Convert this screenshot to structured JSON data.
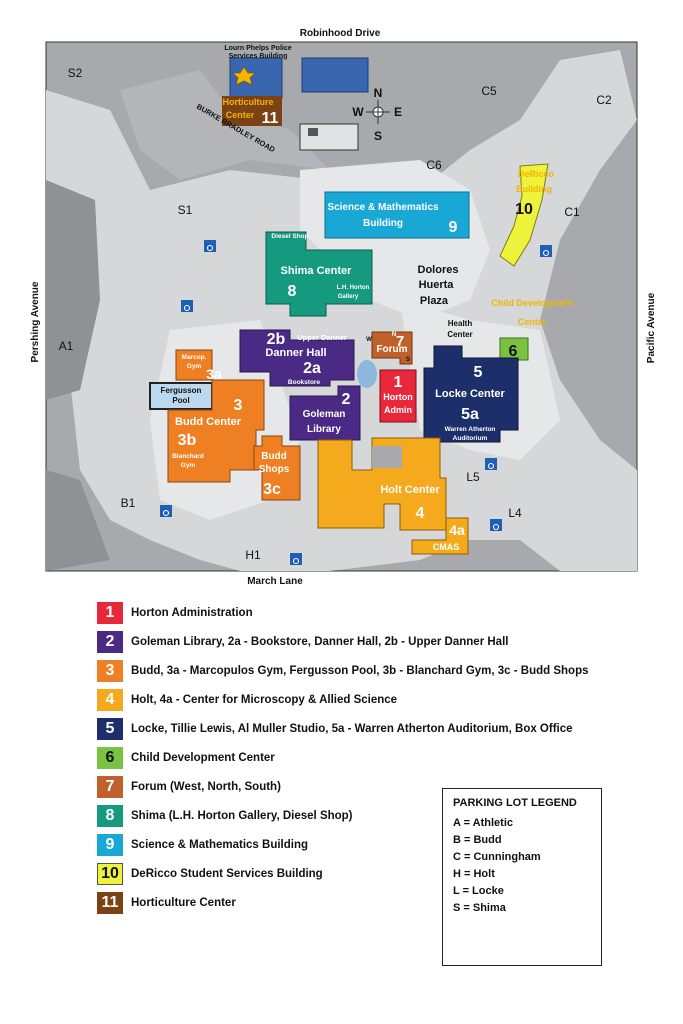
{
  "streets": {
    "north": "Robinhood Drive",
    "south": "March Lane",
    "west": "Pershing Avenue",
    "east": "Pacific Avenue",
    "inner_road": "BURKE BRADLEY ROAD"
  },
  "compass": {
    "n": "N",
    "s": "S",
    "e": "E",
    "w": "W"
  },
  "parking_lots": {
    "s2": "S2",
    "s1": "S1",
    "c5": "C5",
    "c2": "C2",
    "c6": "C6",
    "c1": "C1",
    "a1": "A1",
    "b1": "B1",
    "h1": "H1",
    "l5": "L5",
    "l4": "L4"
  },
  "buildings": {
    "police": [
      "Lourn Phelps Police",
      "Services Building"
    ],
    "horticulture": {
      "name": [
        "Horticulture",
        "Center"
      ],
      "num": "11"
    },
    "science": {
      "name": [
        "Science & Mathematics",
        "Building"
      ],
      "num": "9"
    },
    "dericco": {
      "name": [
        "DeRicco",
        "Building"
      ],
      "num": "10"
    },
    "shima": {
      "name": "Shima Center",
      "num": "8",
      "diesel": "Diesel Shop",
      "gallery": [
        "L.H. Horton",
        "Gallery"
      ]
    },
    "plaza": [
      "Dolores",
      "Huerta",
      "Plaza"
    ],
    "child_dev": {
      "name": [
        "Child Development",
        "Center"
      ],
      "num": "6"
    },
    "health": [
      "Health",
      "Center"
    ],
    "danner": {
      "name": "Danner Hall",
      "num": "2a",
      "upper_num": "2b",
      "upper": "Upper Danner",
      "bookstore": "Bookstore"
    },
    "forum": {
      "name": "Forum",
      "num": "7",
      "w": "W",
      "n": "N",
      "s": "S"
    },
    "marcop": {
      "name": [
        "Marcop.",
        "Gym"
      ],
      "num": "3a"
    },
    "fergusson": [
      "Fergusson",
      "Pool"
    ],
    "budd": {
      "name": "Budd Center",
      "num": "3",
      "sub_num": "3b",
      "sub": [
        "Blanchard",
        "Gym"
      ]
    },
    "goleman": {
      "name": [
        "Goleman",
        "Library"
      ],
      "num": "2"
    },
    "horton": {
      "name": [
        "Horton",
        "Admin"
      ],
      "num": "1"
    },
    "locke": {
      "name": "Locke Center",
      "num": "5",
      "sub_num": "5a",
      "sub": [
        "Warren Atherton",
        "Auditorium"
      ]
    },
    "budd_shops": {
      "name": [
        "Budd",
        "Shops"
      ],
      "num": "3c"
    },
    "holt": {
      "name": "Holt Center",
      "num": "4"
    },
    "cmas": {
      "name": "CMAS",
      "num": "4a"
    }
  },
  "legend": [
    {
      "num": "1",
      "text": "Horton Administration",
      "color": "#e8283a",
      "fg": "#ffffff"
    },
    {
      "num": "2",
      "text": "Goleman Library, 2a - Bookstore, Danner Hall, 2b - Upper Danner Hall",
      "color": "#4b2a86",
      "fg": "#ffffff"
    },
    {
      "num": "3",
      "text": "Budd, 3a - Marcopulos Gym, Fergusson Pool, 3b - Blanchard Gym, 3c - Budd Shops",
      "color": "#ee7f22",
      "fg": "#ffffff"
    },
    {
      "num": "4",
      "text": "Holt, 4a - Center for Microscopy & Allied Science",
      "color": "#f4aa1c",
      "fg": "#ffffff"
    },
    {
      "num": "5",
      "text": "Locke, Tillie Lewis, Al Muller Studio, 5a - Warren Atherton Auditorium, Box Office",
      "color": "#1d2f6b",
      "fg": "#ffffff"
    },
    {
      "num": "6",
      "text": "Child Development Center",
      "color": "#7cc242",
      "fg": "#111111"
    },
    {
      "num": "7",
      "text": "Forum (West, North, South)",
      "color": "#c0602a",
      "fg": "#ffffff"
    },
    {
      "num": "8",
      "text": "Shima (L.H. Horton Gallery, Diesel Shop)",
      "color": "#159a80",
      "fg": "#ffffff"
    },
    {
      "num": "9",
      "text": "Science & Mathematics Building",
      "color": "#19a8d6",
      "fg": "#ffffff"
    },
    {
      "num": "10",
      "text": "DeRicco Student Services Building",
      "color": "#eef23a",
      "fg": "#111111"
    },
    {
      "num": "11",
      "text": "Horticulture Center",
      "color": "#7b4216",
      "fg": "#ffffff"
    }
  ],
  "parking_legend": {
    "title": "PARKING LOT LEGEND",
    "items": [
      "A = Athletic",
      "B = Budd",
      "C = Cunningham",
      "H = Holt",
      "L = Locke",
      "S = Shima"
    ]
  },
  "colors": {
    "map_bg": "#a7a9ac",
    "pavement": "#d6d7d9",
    "building_grey": "#e1e2e3",
    "blue_lot": "#3a66b0",
    "accessible": "#1f5fb5"
  },
  "icons": [
    "police-badge-icon",
    "compass-icon",
    "accessible-parking-icon"
  ]
}
